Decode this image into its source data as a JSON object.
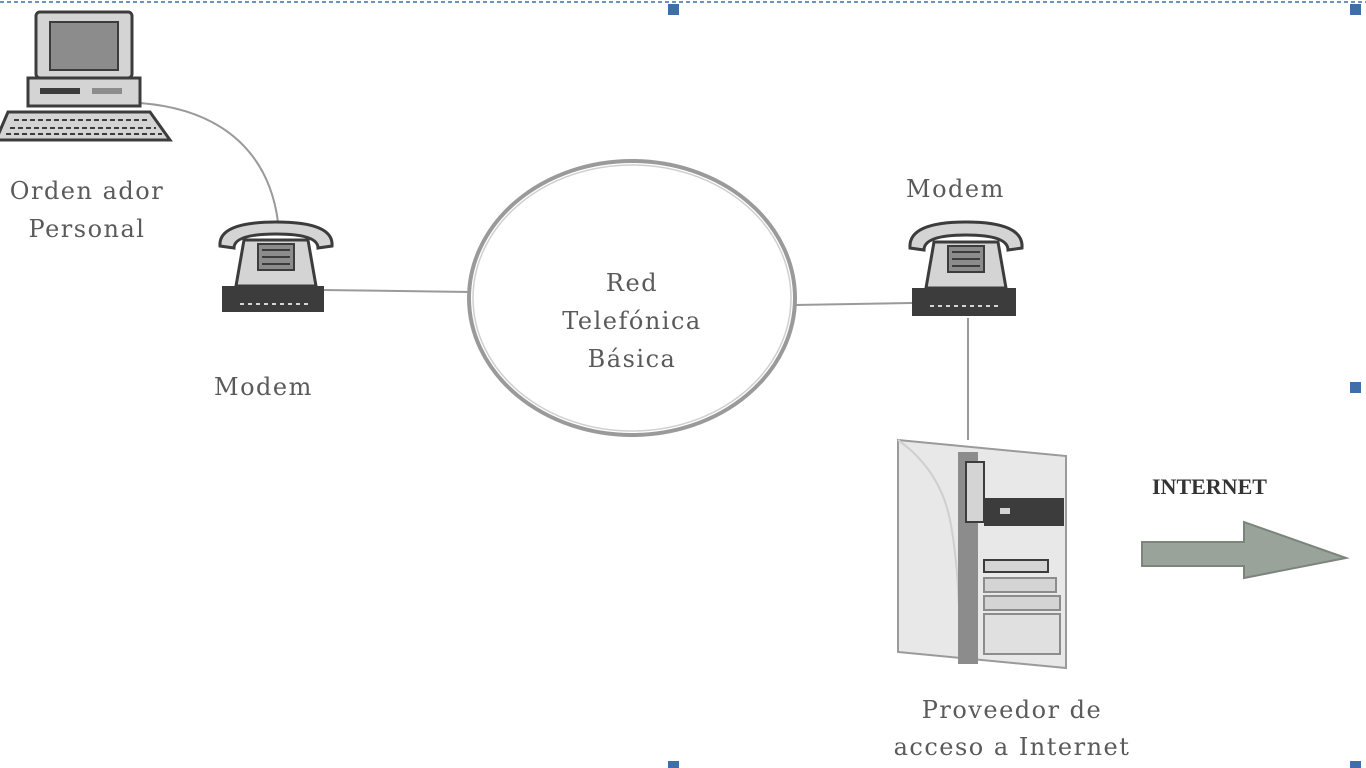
{
  "nodes": {
    "pc": {
      "label_line1": "Orden ador",
      "label_line2": "Personal"
    },
    "modem_left": {
      "label": "Modem"
    },
    "network": {
      "line1": "Red",
      "line2": "Telefónica",
      "line3": "Básica"
    },
    "modem_right": {
      "label": "Modem"
    },
    "server": {
      "label_line1": "Proveedor de",
      "label_line2": "acceso a Internet"
    },
    "internet": {
      "label": "INTERNET"
    }
  },
  "colors": {
    "line": "#9a9a9a",
    "device_dark": "#3c3c3c",
    "device_mid": "#8c8c8c",
    "device_light": "#d4d4d4",
    "arrow": "#9aa39a",
    "selection": "#3f6ea8"
  },
  "icons": {
    "pc": "desktop-computer-icon",
    "modem": "telephone-modem-icon",
    "server": "server-tower-icon",
    "arrow": "right-arrow-icon"
  }
}
